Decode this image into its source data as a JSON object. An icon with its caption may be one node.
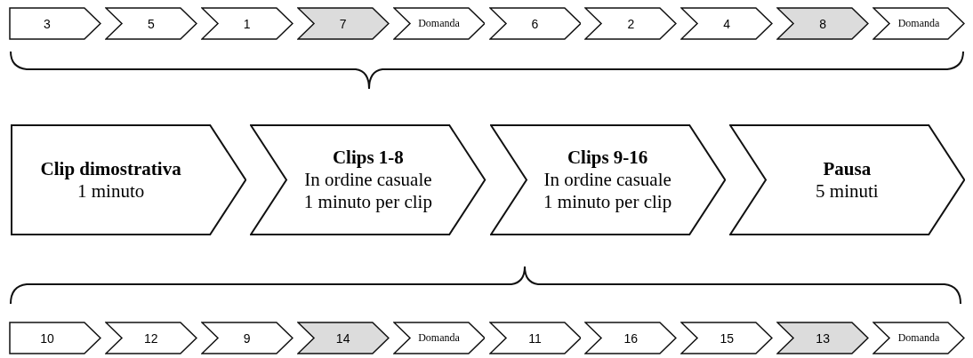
{
  "diagram": {
    "nodes": [
      {
        "text": [
          "3"
        ]
      },
      {
        "text": [
          "5"
        ]
      },
      {
        "text": [
          "1"
        ]
      },
      {
        "text": [
          "7"
        ]
      },
      {
        "text": [
          "Domanda"
        ]
      },
      {
        "text": [
          "6"
        ]
      },
      {
        "text": [
          "2"
        ]
      },
      {
        "text": [
          "4"
        ]
      },
      {
        "text": [
          "8"
        ]
      },
      {
        "text": [
          "Domanda"
        ]
      },
      {
        "text": [
          "Clip dimostrativa",
          "1 minuto"
        ]
      },
      {
        "text": [
          "Clips 1-8",
          "In ordine casuale",
          "1 minuto per clip"
        ]
      },
      {
        "text": [
          "Clips 9-16",
          "In ordine casuale",
          "1 minuto per clip"
        ]
      },
      {
        "text": [
          "Pausa",
          "5 minuti"
        ]
      },
      {
        "text": [
          "10"
        ]
      },
      {
        "text": [
          "12"
        ]
      },
      {
        "text": [
          "9"
        ]
      },
      {
        "text": [
          "14"
        ]
      },
      {
        "text": [
          "Domanda"
        ]
      },
      {
        "text": [
          "11"
        ]
      },
      {
        "text": [
          "16"
        ]
      },
      {
        "text": [
          "15"
        ]
      },
      {
        "text": [
          "13"
        ]
      },
      {
        "text": [
          "Domanda"
        ]
      }
    ],
    "edges": []
  }
}
